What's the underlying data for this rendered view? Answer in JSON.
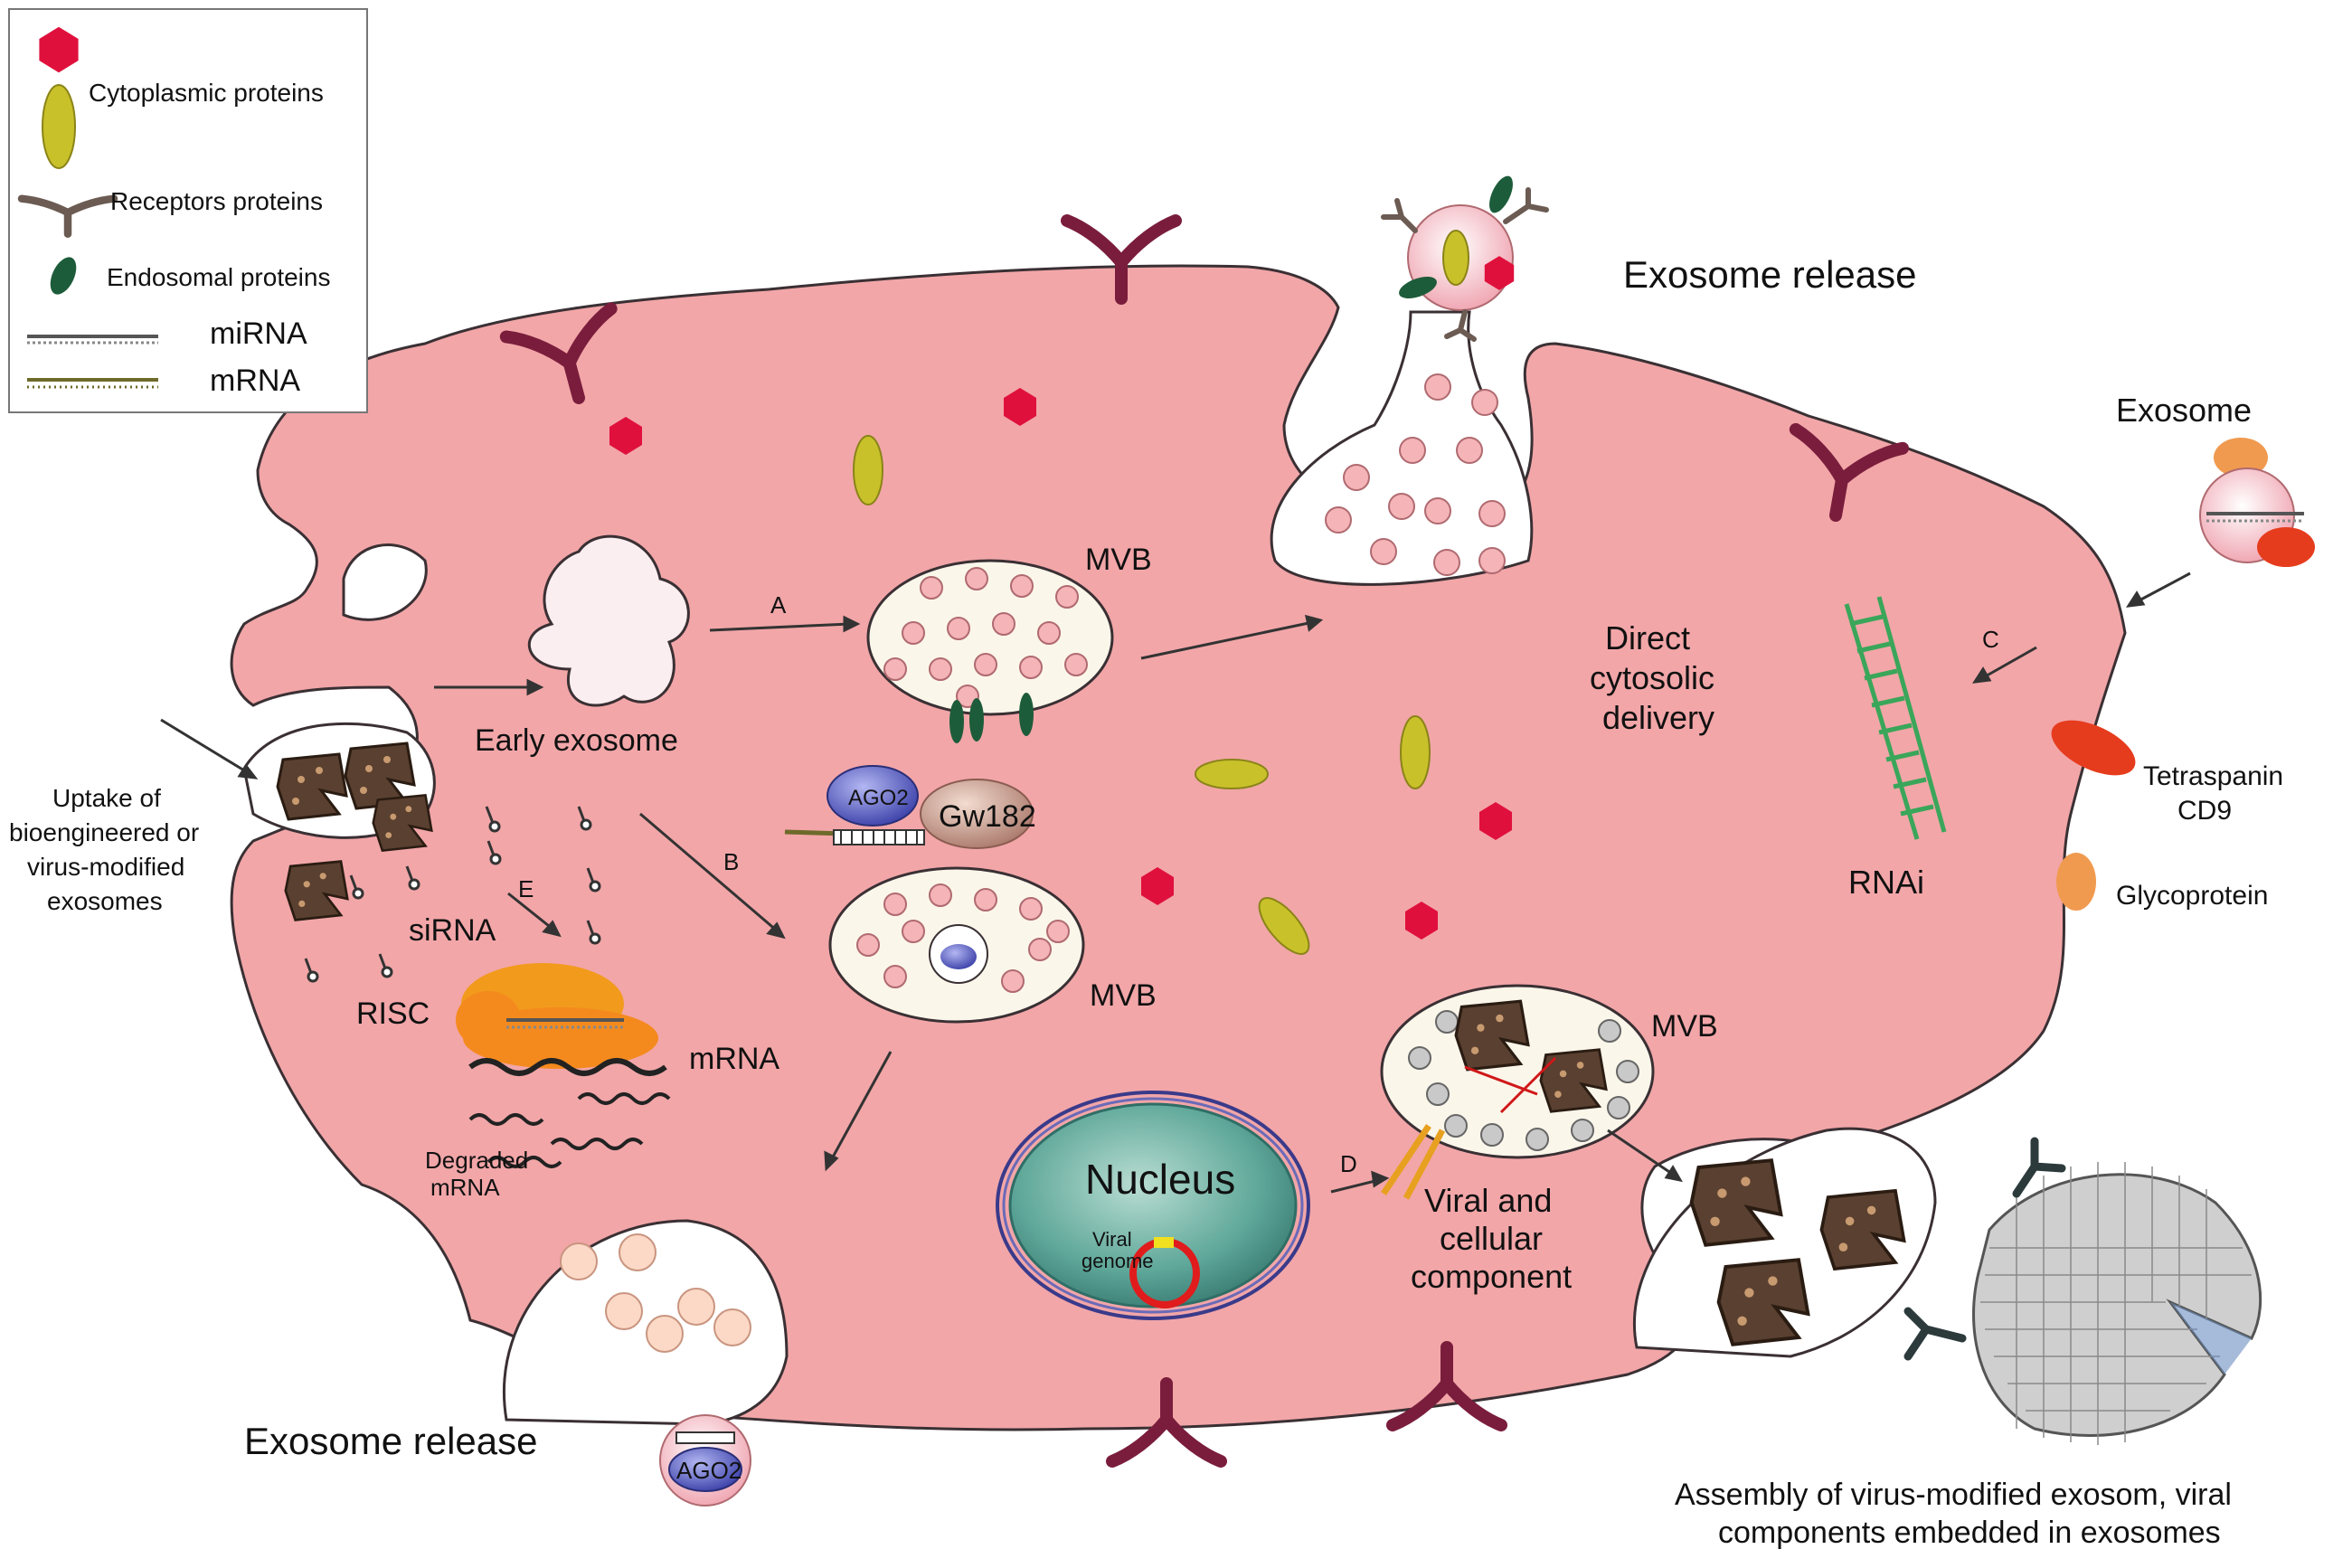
{
  "legend": {
    "items": [
      {
        "icon": "hexagon-icon",
        "label": "",
        "color": "#e0103c"
      },
      {
        "icon": "ellipse-icon",
        "label": "Cytoplasmic proteins",
        "color": "#c9c12a"
      },
      {
        "icon": "receptor-icon",
        "label": "Receptors proteins",
        "color": "#6b5b52"
      },
      {
        "icon": "leaf-icon",
        "label": "Endosomal proteins",
        "color": "#1d5c3a"
      },
      {
        "icon": "mirna-strand-icon",
        "label": "miRNA"
      },
      {
        "icon": "mrna-strand-icon",
        "label": "mRNA"
      }
    ]
  },
  "labels": {
    "exosome_release_top": "Exosome release",
    "exosome_release_bottom": "Exosome release",
    "exosome": "Exosome",
    "mvb_top": "MVB",
    "mvb_middle": "MVB",
    "mvb_lower": "MVB",
    "early_exosome": "Early exosome",
    "direct_delivery": [
      "Direct",
      "cytosolic",
      "delivery"
    ],
    "rnai": "RNAi",
    "tetraspanin": [
      "Tetraspanin",
      "CD9"
    ],
    "glycoprotein": "Glycoprotein",
    "uptake": [
      "Uptake of",
      "bioengineered or",
      "virus-modified",
      "exosomes"
    ],
    "sirna": "siRNA",
    "risc": "RISC",
    "mrna": "mRNA",
    "degraded": [
      "Degraded",
      "mRNA"
    ],
    "ago2_top": "AGO2",
    "gw182": "Gw182",
    "ago2_bottom": "AGO2",
    "nucleus": "Nucleus",
    "viral_genome": [
      "Viral",
      "genome"
    ],
    "viral_component": [
      "Viral and",
      "cellular",
      "component"
    ],
    "assembly": [
      "Assembly of virus-modified exosom, viral",
      "components embedded in exosomes"
    ],
    "step_a": "A",
    "step_b": "B",
    "step_c": "C",
    "step_d": "D",
    "step_e": "E"
  },
  "colors": {
    "cell": "#f2a6a8",
    "cell_stroke": "#3a3034",
    "receptor": "#7a1d3c",
    "hexagon": "#e0103c",
    "ellipse": "#c9c12a",
    "vesicle": "#f4b4b8",
    "nucleus": "#5fa89a",
    "ladder": "#3aa65a",
    "tetraspanin": "#e63c1e",
    "glycoprotein": "#f09a50",
    "risc": "#f29a1c"
  }
}
